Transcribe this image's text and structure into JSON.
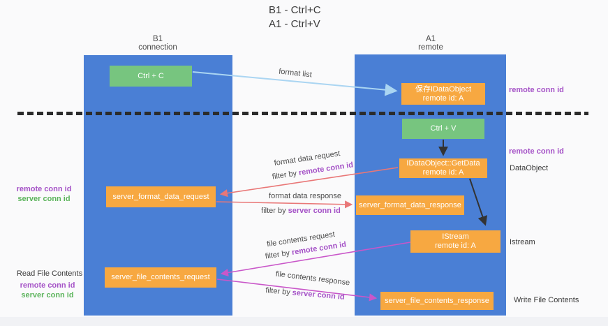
{
  "colors": {
    "column_blue": "#4a7fd5",
    "box_green": "#77c57f",
    "box_orange": "#f7a841",
    "arrow_blue": "#aad5f2",
    "arrow_red": "#e97777",
    "arrow_magenta": "#c957c9",
    "arrow_black": "#333333",
    "label_purple": "#a553c7",
    "label_green": "#5cb45c",
    "text_dark": "#3a3a3a"
  },
  "title": {
    "line1": "B1 - Ctrl+C",
    "line2": "A1 - Ctrl+V"
  },
  "lanes": {
    "left": {
      "title": "B1",
      "subtitle": "connection"
    },
    "right": {
      "title": "A1",
      "subtitle": "remote"
    }
  },
  "nodes": {
    "ctrl_c": {
      "label": "Ctrl + C"
    },
    "ctrl_v": {
      "label": "Ctrl + V"
    },
    "save_dataobject": {
      "line1": "保存IDataObject",
      "line2": "remote id: A"
    },
    "getdata": {
      "line1": "IDataObject::GetData",
      "line2": "remote id: A"
    },
    "istream": {
      "line1": "IStream",
      "line2": "remote id: A"
    },
    "format_request": {
      "label": "server_format_data_request"
    },
    "format_response": {
      "label": "server_format_data_response"
    },
    "file_request": {
      "label": "server_file_contents_request"
    },
    "file_response": {
      "label": "server_file_contents_response"
    }
  },
  "edges": {
    "format_list": {
      "label": "format list"
    },
    "format_data_request": {
      "label": "format data request",
      "filter_prefix": "filter by",
      "filter_key": "remote conn id"
    },
    "format_data_response": {
      "label": "format data response",
      "filter_prefix": "filter by",
      "filter_key": "server conn id"
    },
    "file_contents_request": {
      "label": "file contents request",
      "filter_prefix": "filter by",
      "filter_key": "remote conn id"
    },
    "file_contents_response": {
      "label": "file contents response",
      "filter_prefix": "filter by",
      "filter_key": "server conn id"
    }
  },
  "side_labels": {
    "right_remote_conn_top": "remote conn id",
    "right_remote_conn_mid": "remote conn id",
    "dataobject": "DataObject",
    "istream": "Istream",
    "write_file_contents": "Write File Contents",
    "left_remote_conn_mid": "remote conn id",
    "left_server_conn_mid": "server conn id",
    "read_file_contents": "Read File Contents",
    "left_remote_conn_bottom": "remote conn id",
    "left_server_conn_bottom": "server conn id"
  }
}
